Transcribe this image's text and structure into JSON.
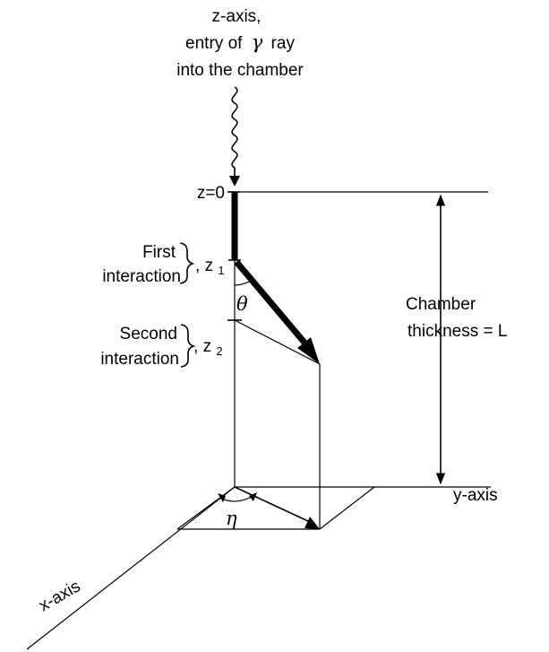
{
  "labels": {
    "z_axis_line1": "z-axis,",
    "z_axis_line2": "entry of",
    "gamma": "γ",
    "z_axis_line2b": "ray",
    "z_axis_line3": "into the chamber",
    "z0": "z=0",
    "first_line1": "First",
    "first_line2": "interaction",
    "z1_base": "z",
    "z1_sub": "1",
    "second_line1": "Second",
    "second_line2": "interaction",
    "z2_base": "z",
    "z2_sub": "2",
    "chamber_line1": "Chamber",
    "chamber_line2": "thickness = L",
    "theta": "θ",
    "eta": "η",
    "y_axis": "y-axis",
    "x_axis": "x-axis"
  }
}
